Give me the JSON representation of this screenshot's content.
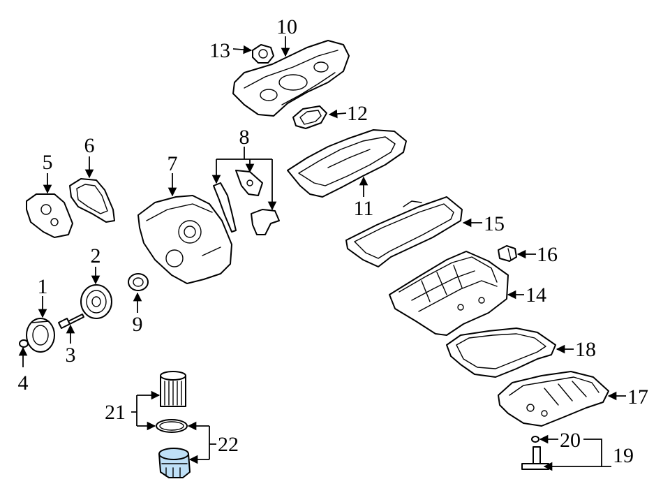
{
  "callouts": [
    "1",
    "2",
    "3",
    "4",
    "5",
    "6",
    "7",
    "8",
    "9",
    "10",
    "11",
    "12",
    "13",
    "14",
    "15",
    "16",
    "17",
    "18",
    "19",
    "20",
    "21",
    "22"
  ],
  "colors": {
    "line": "#000000",
    "background": "#ffffff",
    "highlight": "#bfe0f7"
  }
}
